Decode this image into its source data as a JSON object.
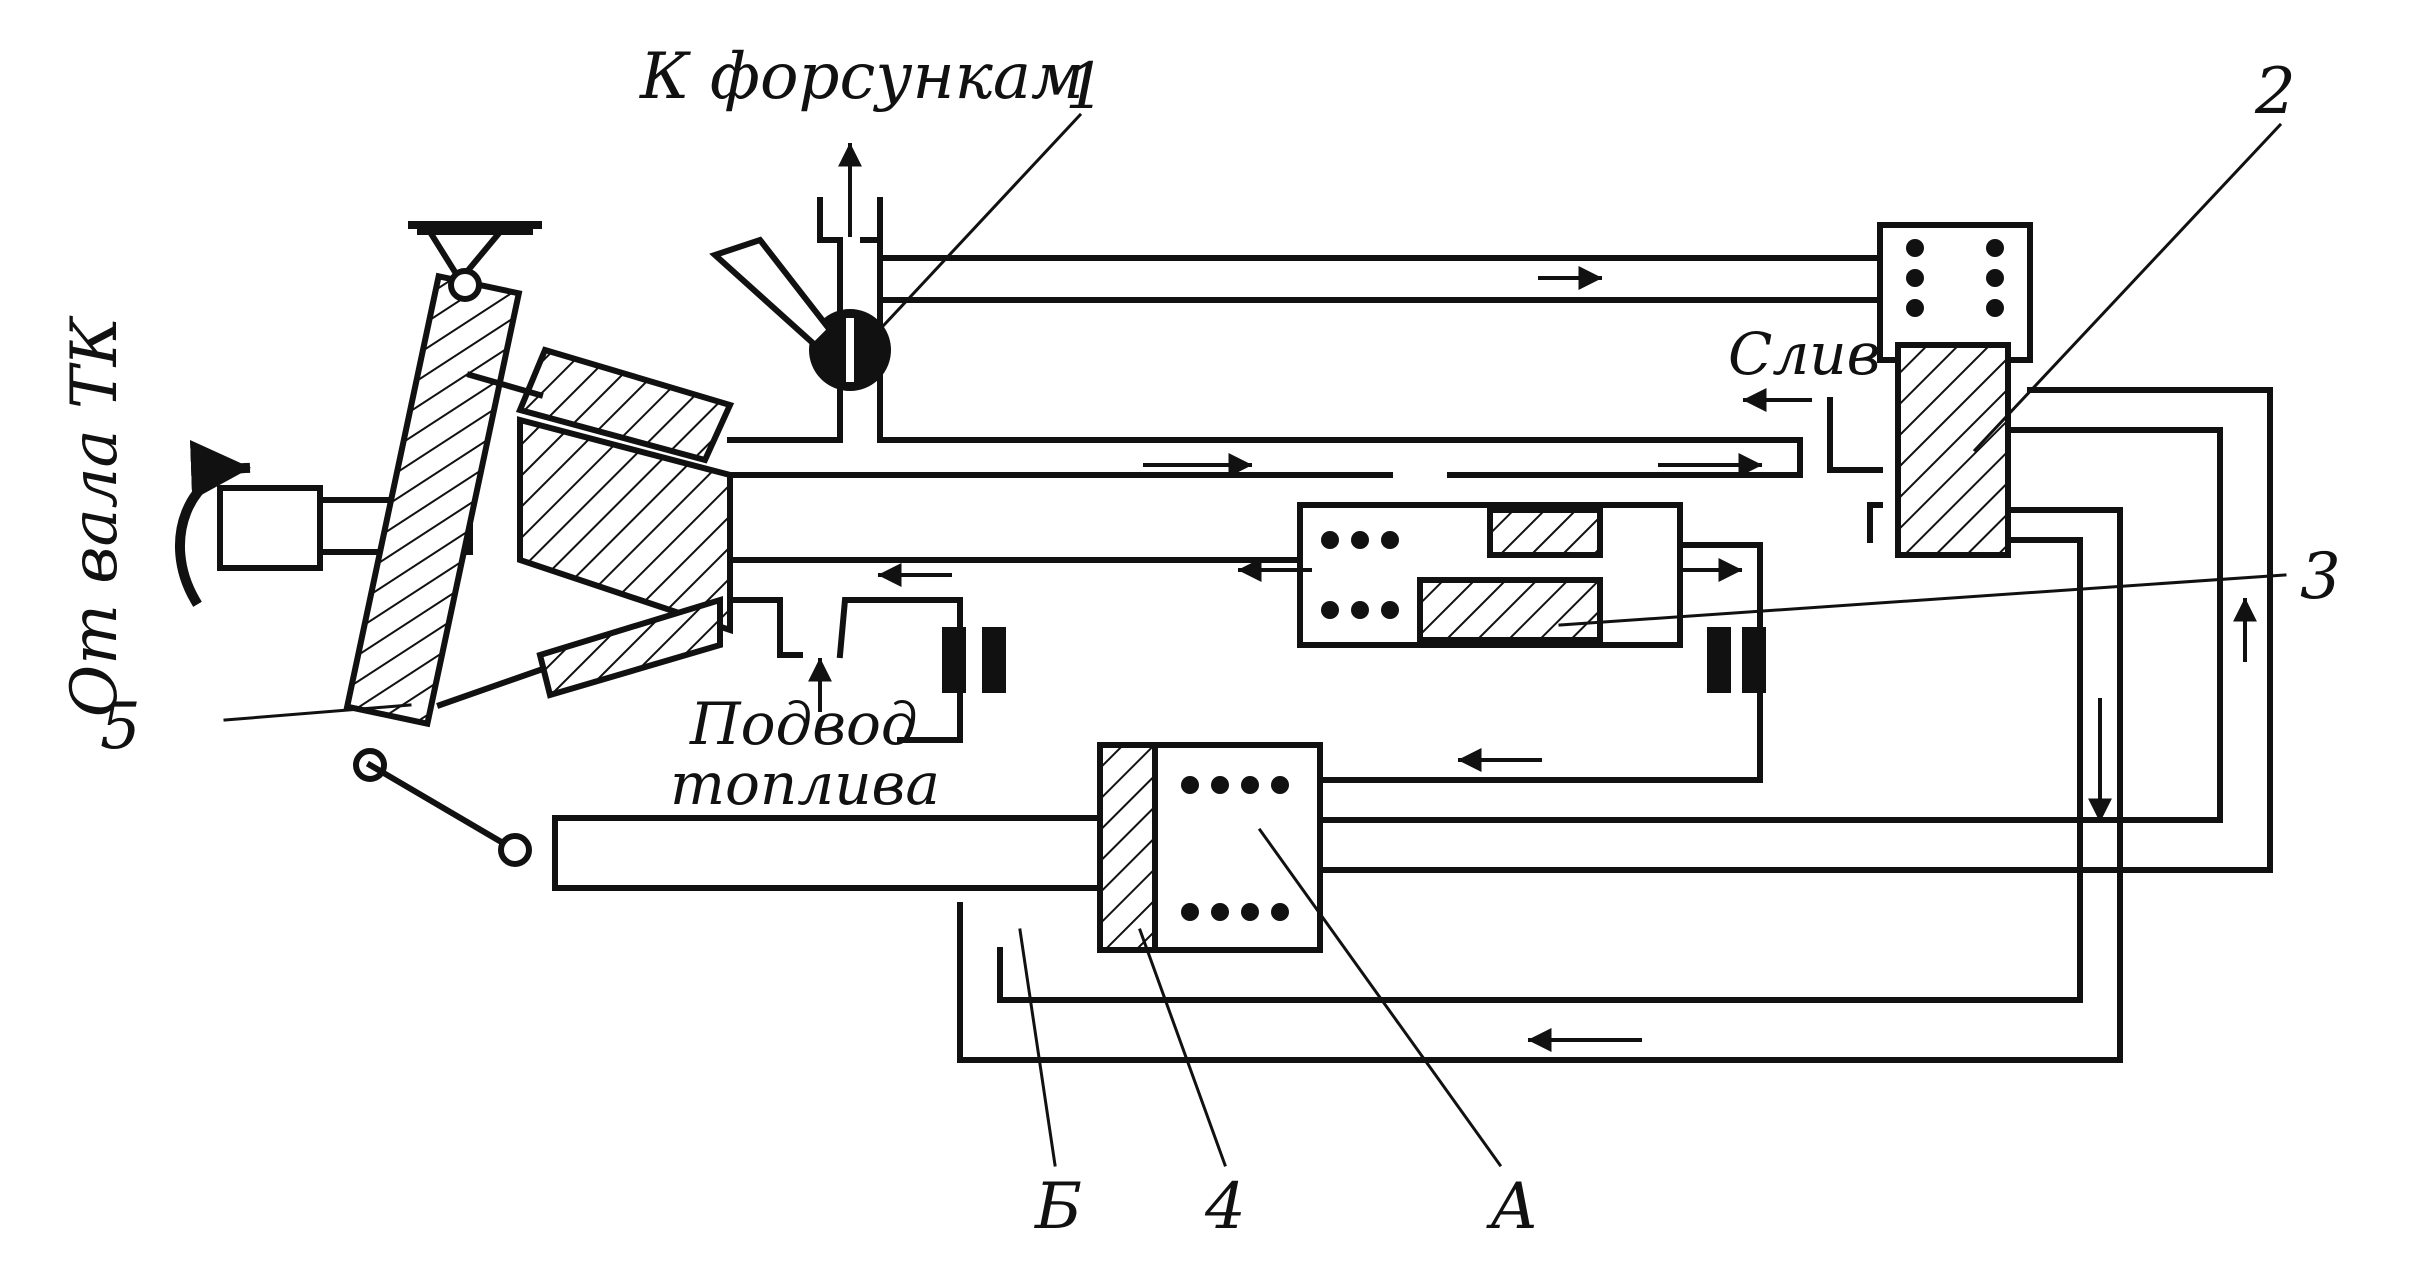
{
  "labels": {
    "to_injectors": "К форсункам",
    "from_shaft": "От вала ТК",
    "drain": "Слив",
    "fuel_supply_line1": "Подвод",
    "fuel_supply_line2": "топлива",
    "n1": "1",
    "n2": "2",
    "n3": "3",
    "n4": "4",
    "n5": "5",
    "letter_a": "А",
    "letter_b": "Б"
  },
  "colors": {
    "ink": "#111111",
    "paper": "#ffffff"
  }
}
